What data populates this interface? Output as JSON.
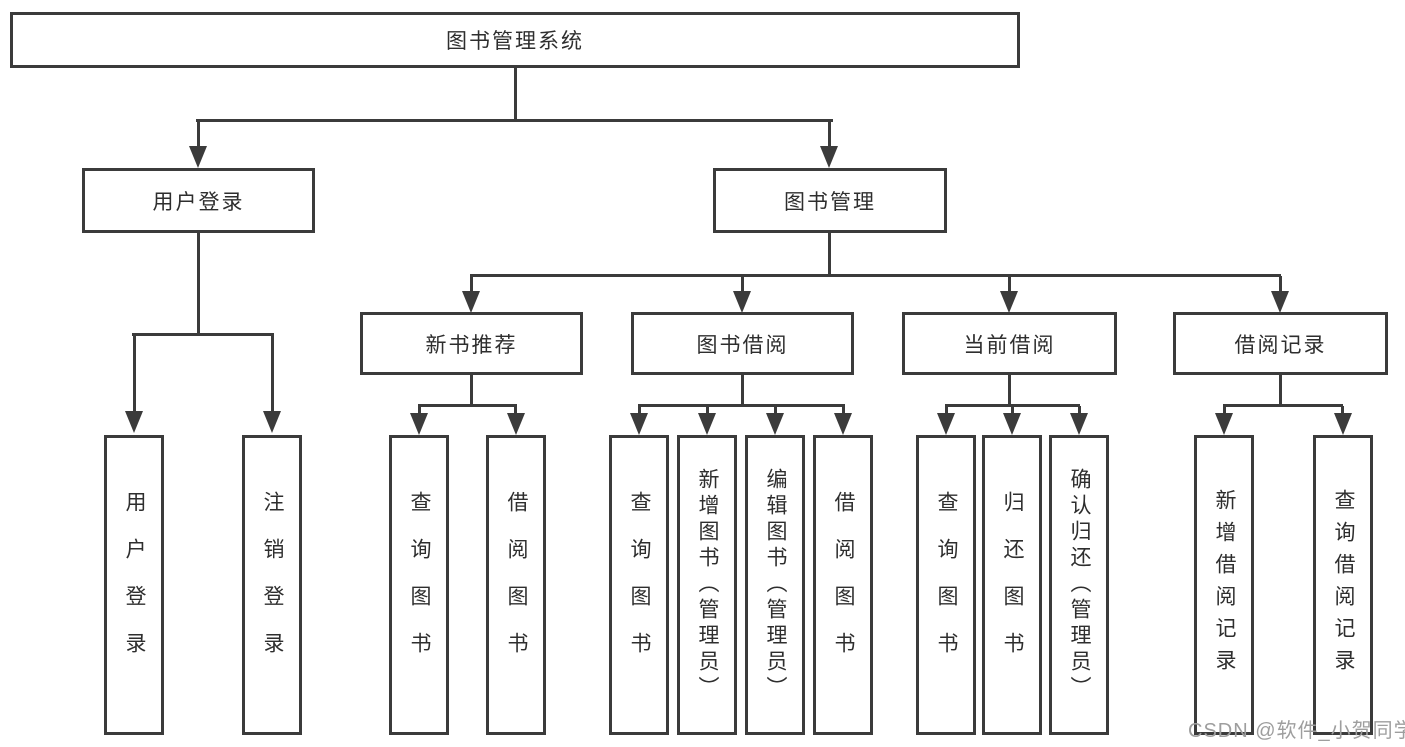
{
  "tree": {
    "root": {
      "label": "图书管理系统"
    },
    "branches": [
      {
        "label": "用户登录",
        "children": [
          {
            "label": "用户登录"
          },
          {
            "label": "注销登录"
          }
        ]
      },
      {
        "label": "图书管理",
        "children": [
          {
            "label": "新书推荐",
            "children": [
              {
                "label": "查询图书"
              },
              {
                "label": "借阅图书"
              }
            ]
          },
          {
            "label": "图书借阅",
            "children": [
              {
                "label": "查询图书"
              },
              {
                "label": "新增图书（管理员）"
              },
              {
                "label": "编辑图书（管理员）"
              },
              {
                "label": "借阅图书"
              }
            ]
          },
          {
            "label": "当前借阅",
            "children": [
              {
                "label": "查询图书"
              },
              {
                "label": "归还图书"
              },
              {
                "label": "确认归还（管理员）"
              }
            ]
          },
          {
            "label": "借阅记录",
            "children": [
              {
                "label": "新增借阅记录"
              },
              {
                "label": "查询借阅记录"
              }
            ]
          }
        ]
      }
    ]
  },
  "watermark": {
    "text": "CSDN @软件_小贺同学"
  },
  "colors": {
    "line": "#3b3b3b",
    "text": "#2e2e2e",
    "background": "#ffffff",
    "watermark": "#9e9e9e"
  }
}
